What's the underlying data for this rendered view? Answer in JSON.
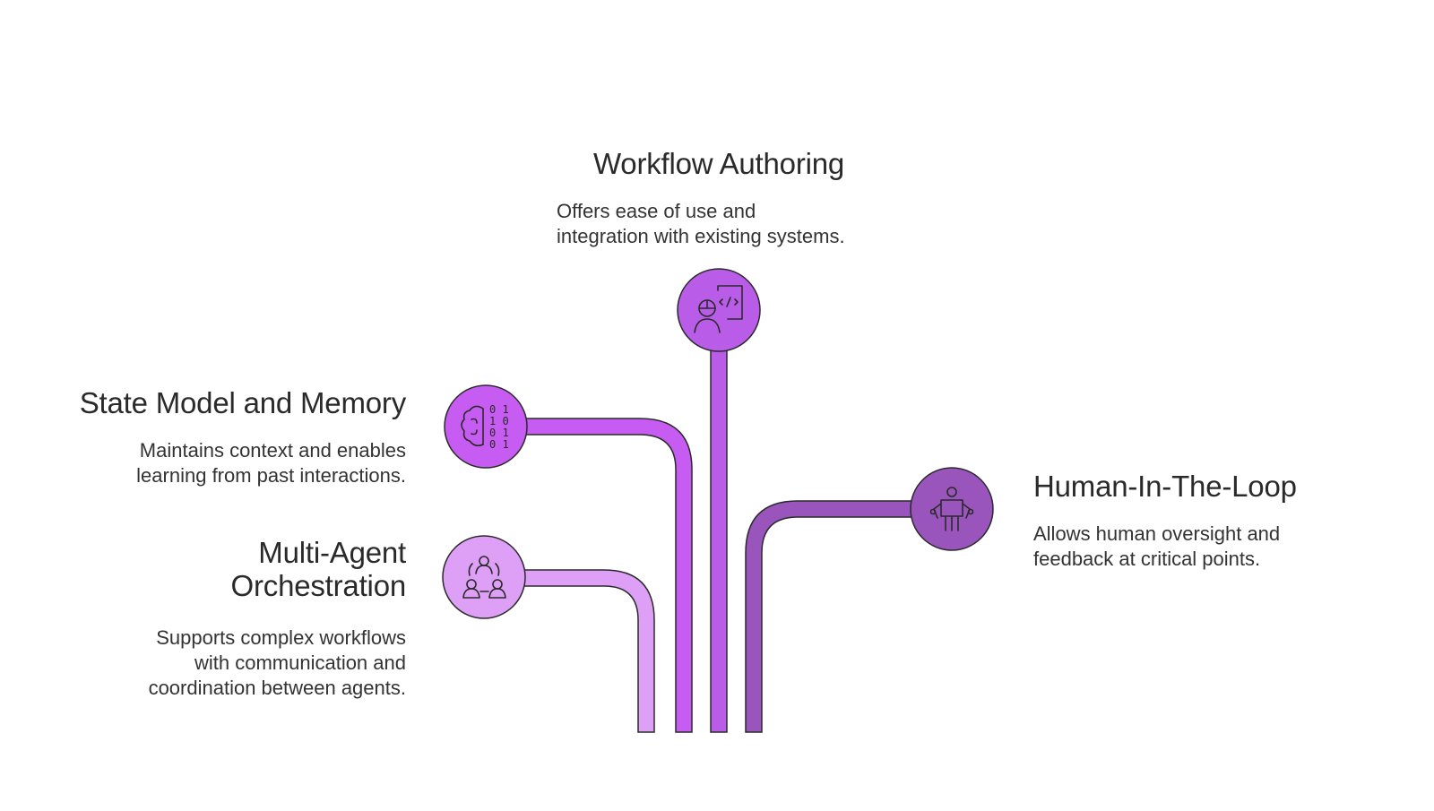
{
  "colors": {
    "background": "#ffffff",
    "workflow_authoring": "#b95ce8",
    "state_model": "#c75cf2",
    "multi_agent": "#dea0f6",
    "human_in_the_loop": "#9a55bd",
    "stroke": "#2a2a2a"
  },
  "nodes": {
    "workflow_authoring": {
      "title": "Workflow Authoring",
      "desc_line1": "Offers ease of use and",
      "desc_line2": "integration with existing systems.",
      "icon": "developer-code-icon"
    },
    "state_model": {
      "title": "State Model and Memory",
      "desc_line1": "Maintains context and enables",
      "desc_line2": "learning from past interactions.",
      "icon": "brain-binary-icon"
    },
    "multi_agent": {
      "title_line1": "Multi-Agent",
      "title_line2": "Orchestration",
      "desc_line1": "Supports complex workflows",
      "desc_line2": "with communication and",
      "desc_line3": "coordination between agents.",
      "icon": "team-network-icon"
    },
    "human_in_the_loop": {
      "title": "Human-In-The-Loop",
      "desc_line1": "Allows human oversight and",
      "desc_line2": "feedback at critical points.",
      "icon": "human-robot-icon"
    }
  }
}
